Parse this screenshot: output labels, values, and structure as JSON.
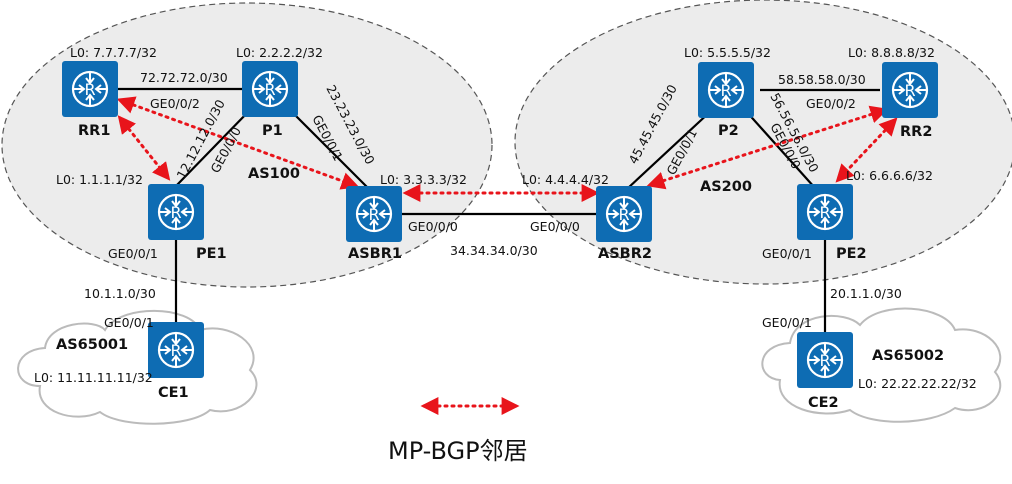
{
  "legend": {
    "label": "MP-BGP邻居",
    "line_color": "#e8141b"
  },
  "colors": {
    "router": "#0e6cb3",
    "link": "#000000",
    "bgp": "#e8141b"
  },
  "as_labels": {
    "as100": "AS100",
    "as200": "AS200",
    "as65001": "AS65001",
    "as65002": "AS65002"
  },
  "routers": {
    "rr1": {
      "name": "RR1",
      "loopback": "L0: 7.7.7.7/32",
      "icon": "router-icon"
    },
    "p1": {
      "name": "P1",
      "loopback": "L0: 2.2.2.2/32",
      "icon": "router-icon"
    },
    "pe1": {
      "name": "PE1",
      "loopback": "L0: 1.1.1.1/32",
      "icon": "router-icon"
    },
    "asbr1": {
      "name": "ASBR1",
      "loopback": "L0: 3.3.3.3/32",
      "icon": "router-icon"
    },
    "asbr2": {
      "name": "ASBR2",
      "loopback": "L0: 4.4.4.4/32",
      "icon": "router-icon"
    },
    "p2": {
      "name": "P2",
      "loopback": "L0: 5.5.5.5/32",
      "icon": "router-icon"
    },
    "rr2": {
      "name": "RR2",
      "loopback": "L0: 8.8.8.8/32",
      "icon": "router-icon"
    },
    "pe2": {
      "name": "PE2",
      "loopback": "L0: 6.6.6.6/32",
      "icon": "router-icon"
    },
    "ce1": {
      "name": "CE1",
      "loopback": "L0: 11.11.11.11/32",
      "icon": "router-icon"
    },
    "ce2": {
      "name": "CE2",
      "loopback": "L0: 22.22.22.22/32",
      "icon": "router-icon"
    }
  },
  "subnets": {
    "rr1_p1": "72.72.72.0/30",
    "rr1_pe1": "12.12.12.0/30",
    "p1_asbr1": "23.23.23.0/30",
    "asbr1_asbr2": "34.34.34.0/30",
    "asbr2_p2": "45.45.45.0/30",
    "p2_rr2": "58.58.58.0/30",
    "p2_pe2": "56.56.56.0/30",
    "pe1_ce1": "10.1.1.0/30",
    "pe2_ce2": "20.1.1.0/30"
  },
  "interfaces": {
    "rr1_ge002": "GE0/0/2",
    "p1_ge000": "GE0/0/0",
    "p1_ge001": "GE0/0/1",
    "asbr1_ge000": "GE0/0/0",
    "asbr2_ge000": "GE0/0/0",
    "asbr2_ge001": "GE0/0/1",
    "p2_ge002": "GE0/0/2",
    "p2_ge000": "GE0/0/0",
    "pe1_ge001": "GE0/0/1",
    "ce1_ge001": "GE0/0/1",
    "pe2_ge001": "GE0/0/1",
    "ce2_ge001": "GE0/0/1"
  }
}
